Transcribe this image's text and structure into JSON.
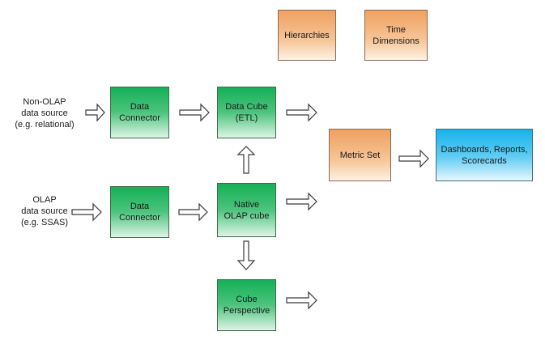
{
  "sources": {
    "non_olap": "Non-OLAP\ndata source\n(e.g. relational)",
    "olap": "OLAP\ndata source\n(e.g. SSAS)"
  },
  "nodes": {
    "hierarchies": "Hierarchies",
    "time_dimensions": "Time\nDimensions",
    "data_connector_top": "Data\nConnector",
    "data_cube_etl": "Data Cube\n(ETL)",
    "metric_set": "Metric Set",
    "dashboards": "Dashboards, Reports,\nScorecards",
    "data_connector_bottom": "Data\nConnector",
    "native_olap_cube": "Native\nOLAP cube",
    "cube_perspective": "Cube\nPerspective"
  },
  "colors": {
    "green": "#15b057",
    "orange": "#f0a060",
    "blue": "#17b2ea"
  }
}
